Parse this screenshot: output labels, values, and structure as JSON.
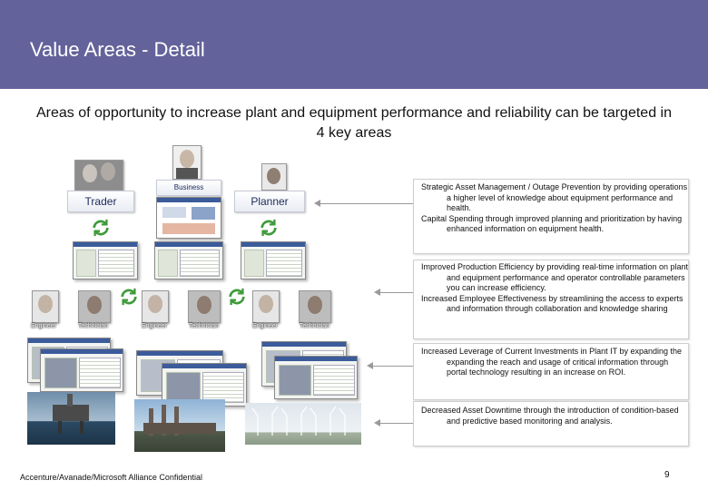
{
  "header": {
    "title": "Value Areas - Detail"
  },
  "subtitle": "Areas of opportunity to increase plant and equipment performance and reliability can be targeted in 4 key areas",
  "roles": {
    "trader": "Trader",
    "business": "Business",
    "planner": "Planner",
    "engineer": "Engineer",
    "technician": "Technician"
  },
  "text_boxes": [
    {
      "lines": [
        "Strategic Asset Management / Outage Prevention by providing operations a higher level of knowledge about equipment performance and health.",
        "Capital Spending through improved planning and prioritization by having enhanced information on equipment health."
      ]
    },
    {
      "lines": [
        "Improved Production Efficiency by providing real-time information on plant and equipment performance and operator controllable parameters you can increase efficiency.",
        "Increased Employee Effectiveness by streamlining the access to experts and information through collaboration and knowledge sharing"
      ]
    },
    {
      "lines": [
        "Increased Leverage of Current Investments in Plant IT by expanding the expanding the reach and usage of critical information through portal technology resulting in an increase on ROI."
      ]
    },
    {
      "lines": [
        "Decreased Asset Downtime through the introduction of condition-based and predictive based monitoring and analysis."
      ]
    }
  ],
  "footer": {
    "confidential": "Accenture/Avanade/Microsoft Alliance Confidential",
    "page_number": "9"
  },
  "colors": {
    "header_bg": "#64629a",
    "bubble_text": "#1b2a5c",
    "cycle_green": "#3f9b3a"
  }
}
